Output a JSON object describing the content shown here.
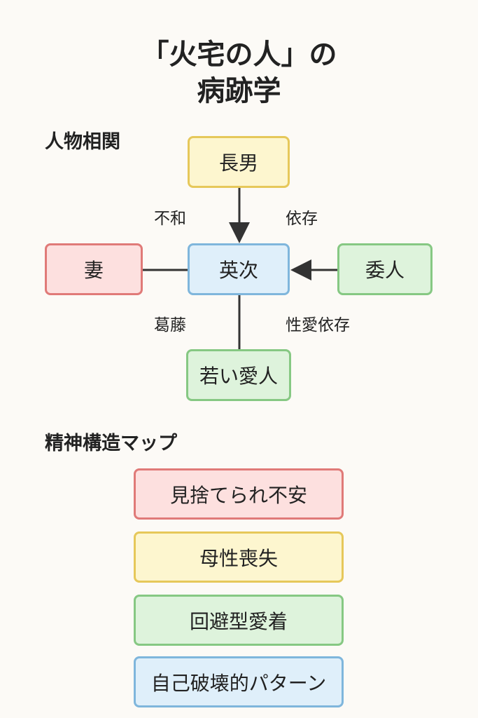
{
  "title": {
    "line1": "「火宅の人」の",
    "line2": "病跡学"
  },
  "relationships": {
    "heading": "人物相関",
    "nodes": {
      "eldest_son": "長男",
      "center": "英次",
      "wife": "妻",
      "right": "委人",
      "young_lover": "若い愛人"
    },
    "edges": {
      "eldest_son_center": "不和",
      "right_center": "依存",
      "wife_center": "葛藤",
      "young_lover_center": "性愛依存"
    }
  },
  "mind_map": {
    "heading": "精神構造マップ",
    "items": [
      "見捨てられ不安",
      "母性喪失",
      "回避型愛着",
      "自己破壊的パターン"
    ]
  }
}
